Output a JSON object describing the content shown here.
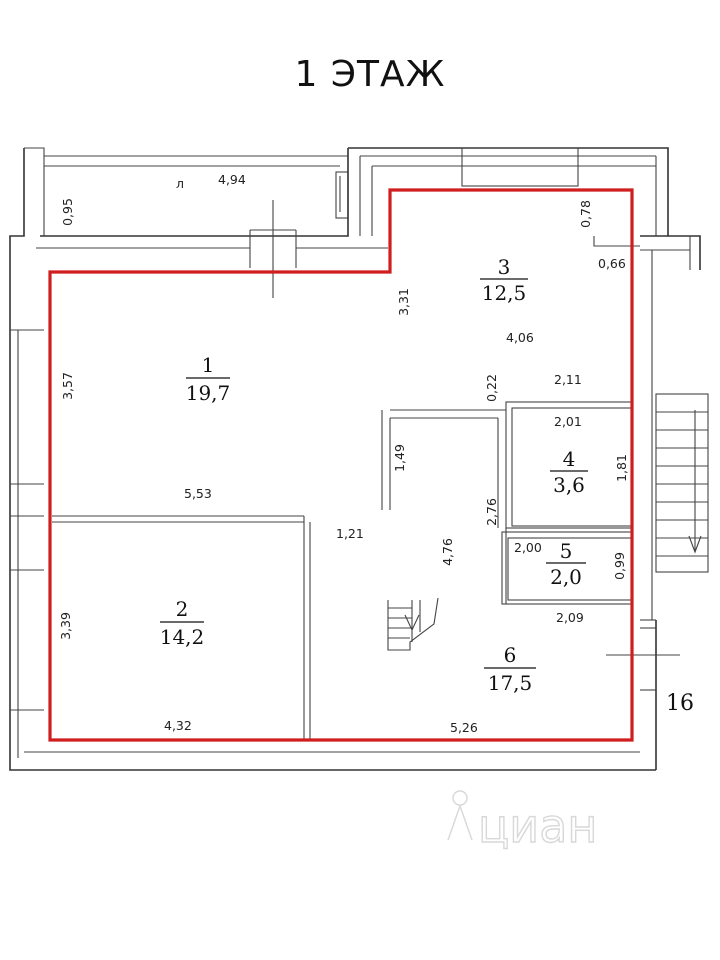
{
  "title": "1 ЭТАЖ",
  "flat_number": "16",
  "watermark": "циан",
  "balcony_mark": "л",
  "rooms": [
    {
      "num": "1",
      "area": "19,7"
    },
    {
      "num": "2",
      "area": "14,2"
    },
    {
      "num": "3",
      "area": "12,5"
    },
    {
      "num": "4",
      "area": "3,6"
    },
    {
      "num": "5",
      "area": "2,0"
    },
    {
      "num": "6",
      "area": "17,5"
    }
  ],
  "dimensions": {
    "balcony_len": "4,94",
    "balcony_depth": "0,95",
    "r3_top_right": "0,78",
    "r3_step": "0,66",
    "r1_height": "3,57",
    "r3_height": "3,31",
    "r3_width": "4,06",
    "wall_022": "0,22",
    "r4_top": "2,11",
    "r4_inner": "2,01",
    "r4_height": "1,81",
    "hall_149": "1,49",
    "r1_width": "5,53",
    "hall_121": "1,21",
    "hall_476": "4,76",
    "hall_276": "2,76",
    "r5_left": "2,00",
    "r5_height": "0,99",
    "r5_width": "2,09",
    "r2_height": "3,39",
    "r2_width": "4,32",
    "r6_width": "5,26"
  },
  "colors": {
    "boundary": "#d01e1e",
    "walls": "#333333"
  }
}
